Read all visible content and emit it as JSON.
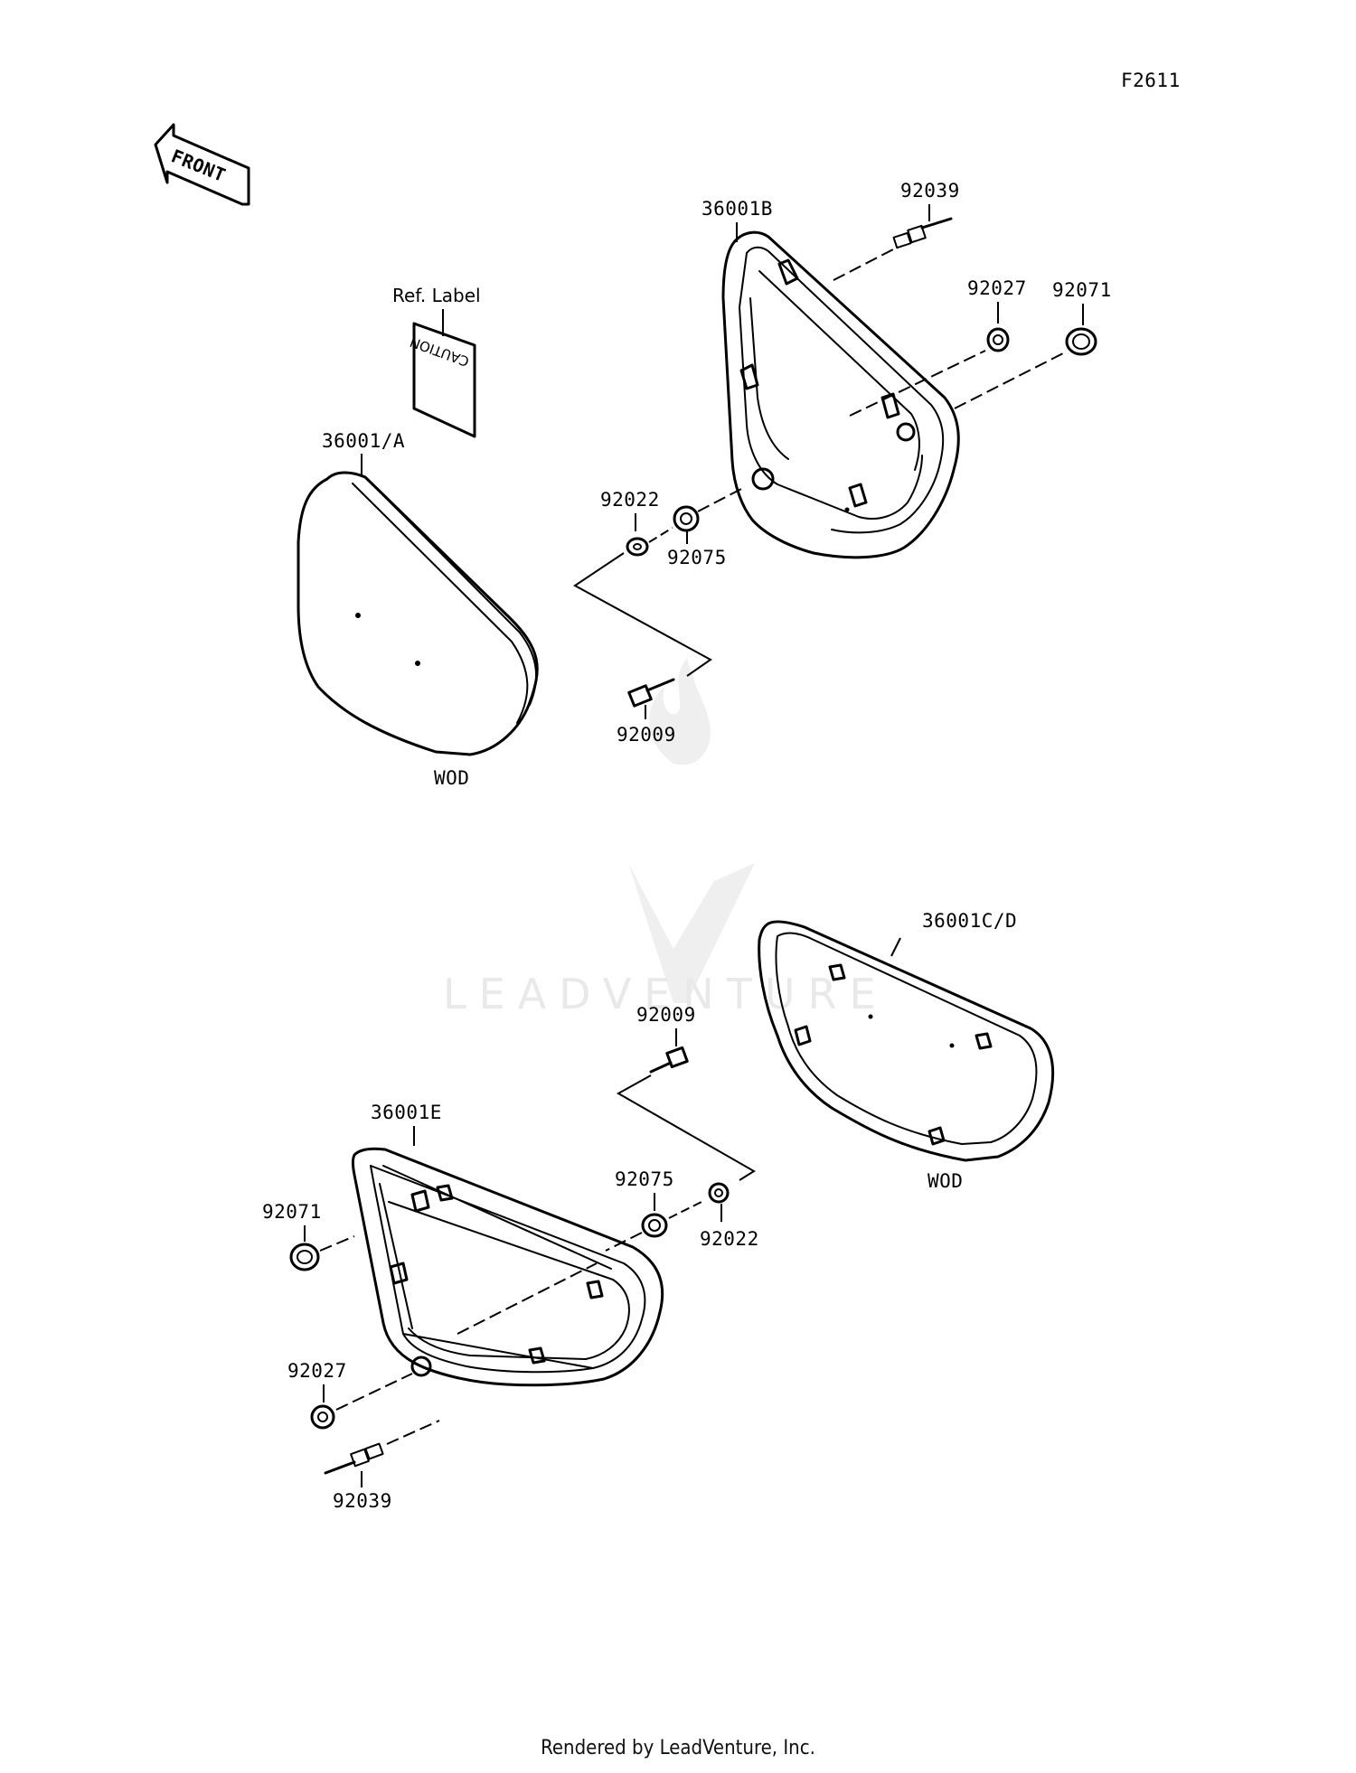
{
  "figure_code": "F2611",
  "front_arrow": "FRONT",
  "ref_label": "Ref. Label",
  "caution_sticker": "CAUTION",
  "parts": {
    "p36001A": "36001/A",
    "p36001B": "36001B",
    "p36001CD": "36001C/D",
    "p36001E": "36001E",
    "p92039_top": "92039",
    "p92027_top": "92027",
    "p92071_top": "92071",
    "p92022_top": "92022",
    "p92075_top": "92075",
    "p92009_top": "92009",
    "p92009_bot": "92009",
    "p92075_bot": "92075",
    "p92022_bot": "92022",
    "p92071_bot": "92071",
    "p92027_bot": "92027",
    "p92039_bot": "92039"
  },
  "wod_top": "WOD",
  "wod_bottom": "WOD",
  "watermark": "LEADVENTURE",
  "footer": "Rendered by LeadVenture, Inc."
}
